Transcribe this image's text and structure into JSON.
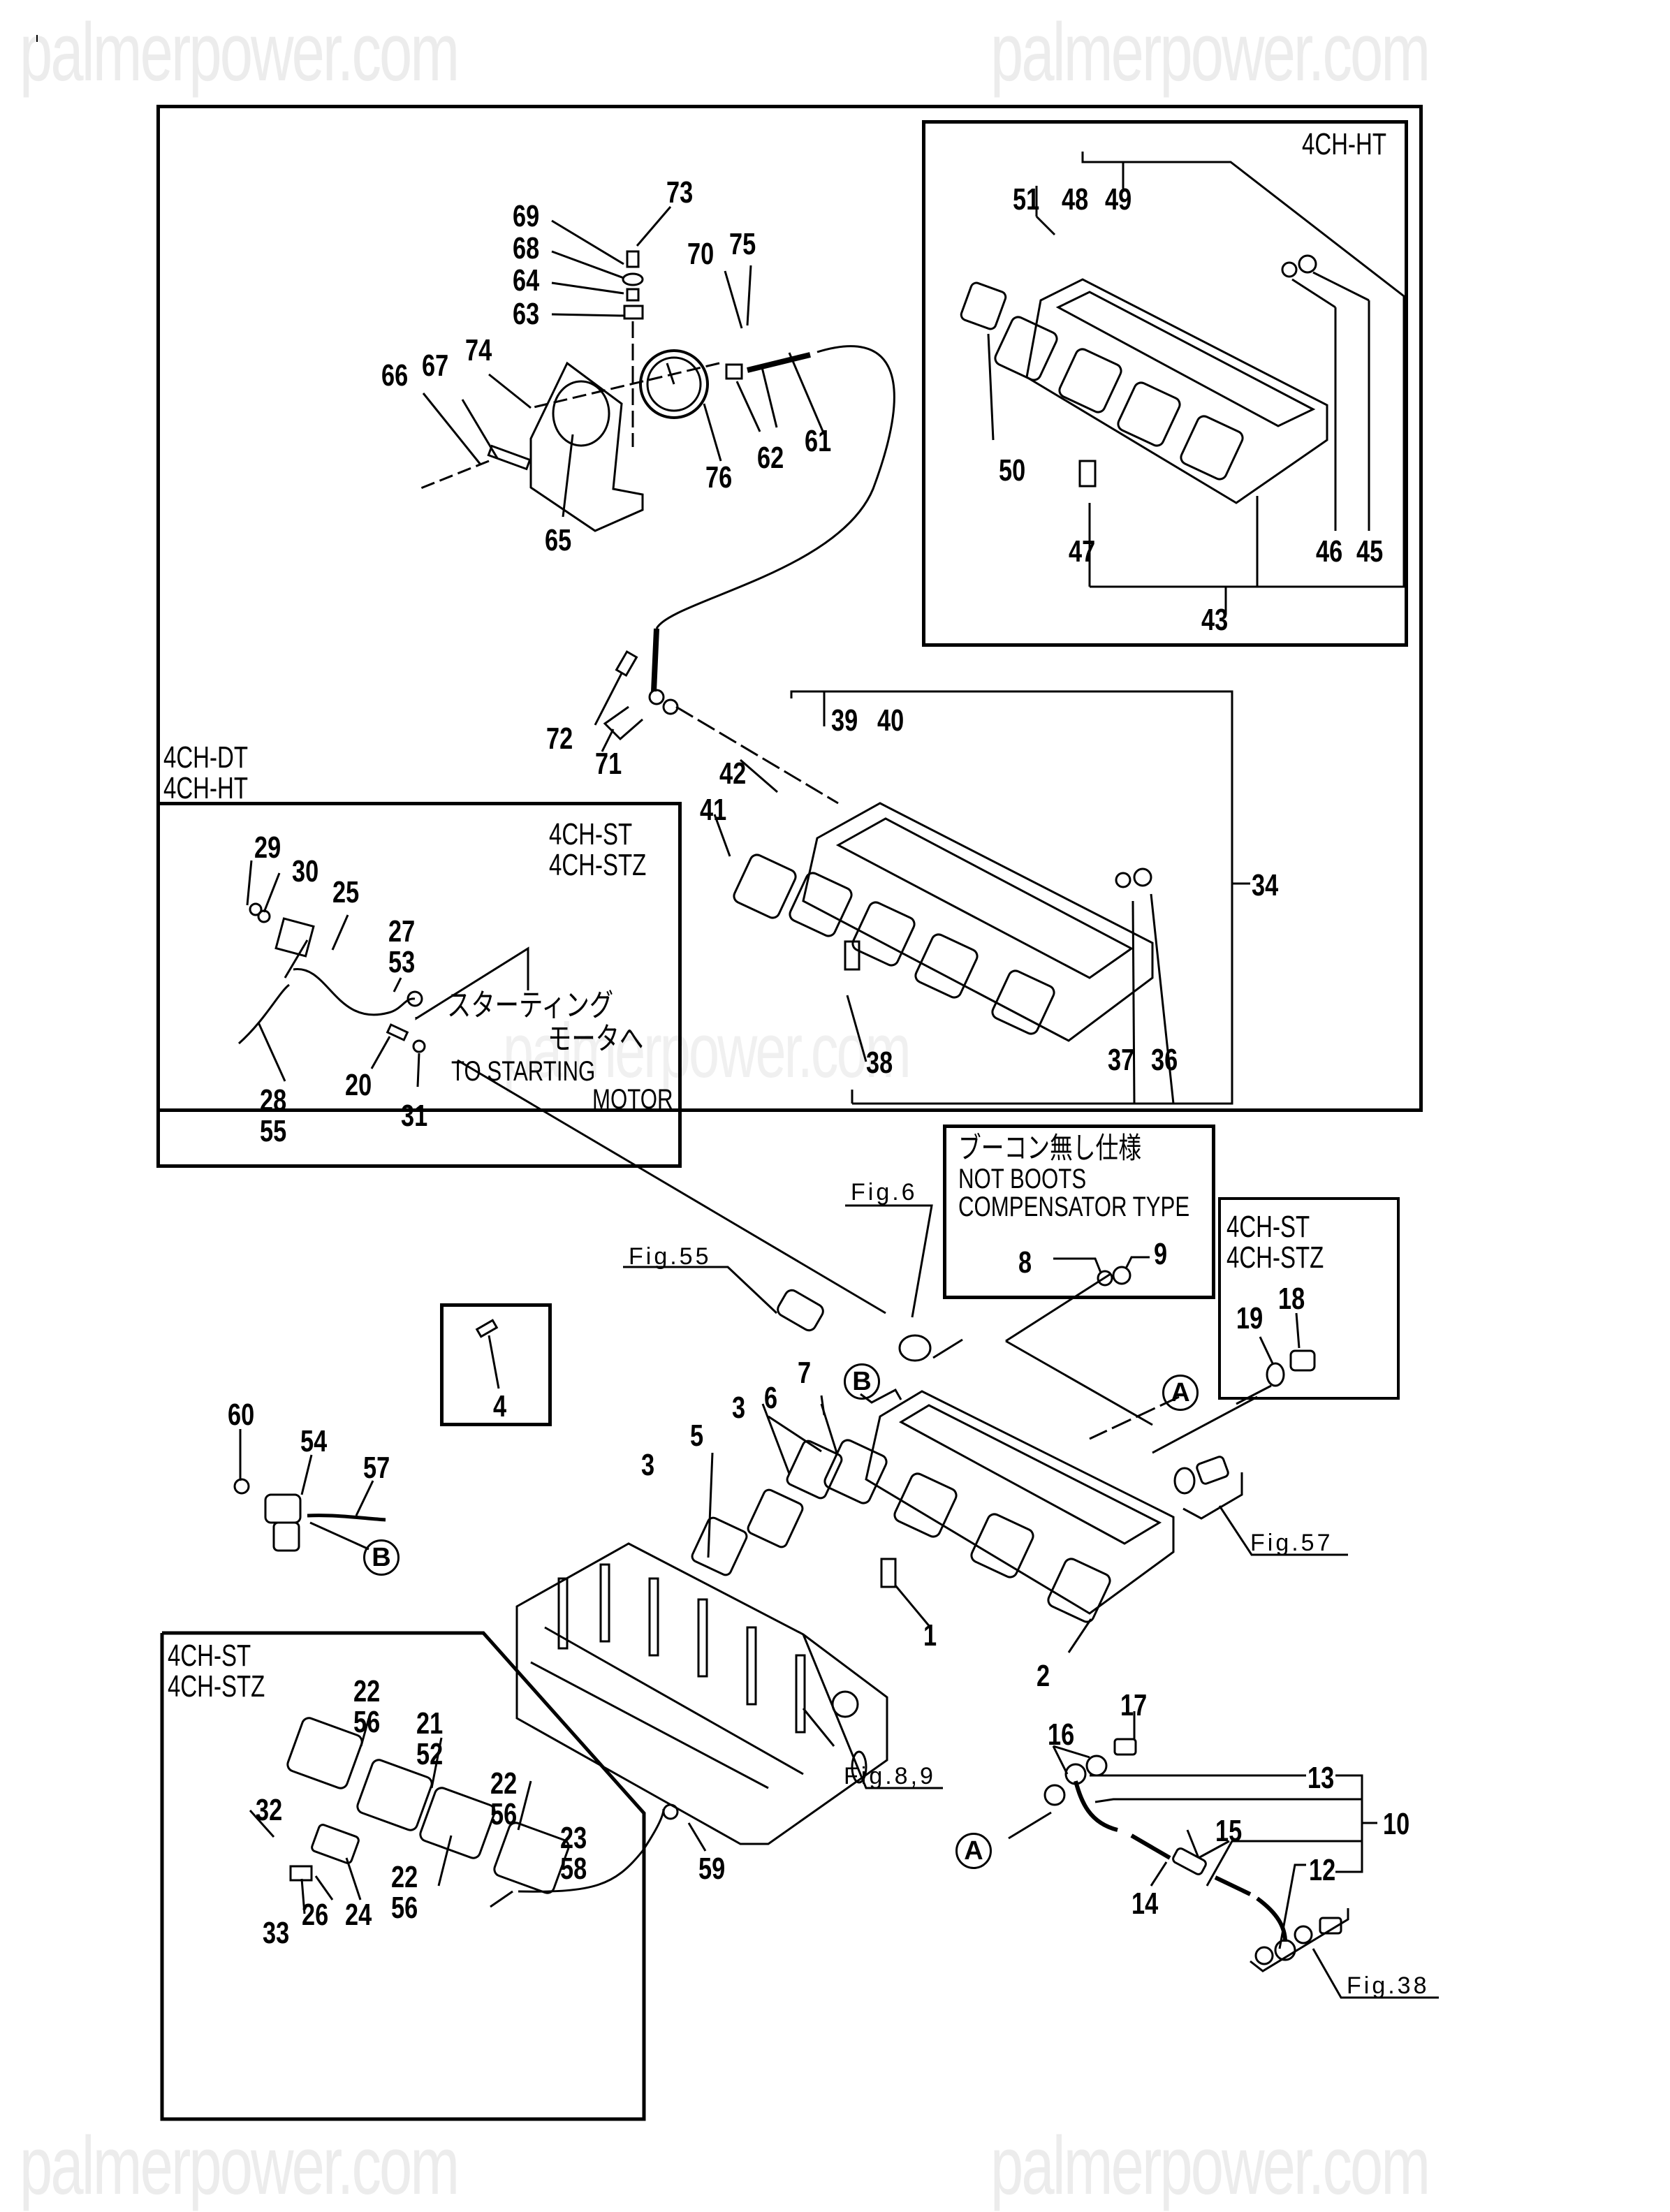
{
  "watermark": {
    "text": "palmerpower.com"
  },
  "models": {
    "main_frame": [
      "4CH-DT",
      "4CH-HT"
    ],
    "ht_inset": [
      "4CH-HT"
    ],
    "st_starter_inset": [
      "4CH-ST",
      "4CH-STZ"
    ],
    "st_plug_inset": [
      "4CH-ST",
      "4CH-STZ"
    ],
    "st_glow_inset": [
      "4CH-ST",
      "4CH-STZ"
    ]
  },
  "notes": {
    "starting_motor_jp_1": "スターティング",
    "starting_motor_jp_2": "モータへ",
    "starting_motor_en_1": "TO STARTING",
    "starting_motor_en_2": "MOTOR",
    "no_boost_jp": "ブーコン無し仕様",
    "no_boost_en_1": "NOT BOOTS",
    "no_boost_en_2": "COMPENSATOR TYPE"
  },
  "figure_refs": {
    "fig6": "Fig.6",
    "fig55": "Fig.55",
    "fig57": "Fig.57",
    "fig89": "Fig.8,9",
    "fig38": "Fig.38"
  },
  "connectors": {
    "a": "A",
    "b": "B"
  },
  "callouts": {
    "c1": "1",
    "c2": "2",
    "c3a": "3",
    "c3b": "3",
    "c4": "4",
    "c5": "5",
    "c6": "6",
    "c7": "7",
    "c8": "8",
    "c9": "9",
    "c10": "10",
    "c12": "12",
    "c13": "13",
    "c14": "14",
    "c15": "15",
    "c16": "16",
    "c17": "17",
    "c18": "18",
    "c19": "19",
    "c20": "20",
    "c21_52": "21\n52",
    "c22_56a": "22\n56",
    "c22_56b": "22\n56",
    "c22_56c": "22\n56",
    "c23_58": "23\n58",
    "c24": "24",
    "c25": "25",
    "c26": "26",
    "c27_53": "27\n53",
    "c28_55": "28\n55",
    "c29": "29",
    "c30": "30",
    "c31": "31",
    "c32": "32",
    "c33": "33",
    "c34": "34",
    "c36": "36",
    "c37": "37",
    "c38": "38",
    "c39": "39",
    "c40": "40",
    "c41": "41",
    "c42": "42",
    "c43": "43",
    "c45": "45",
    "c46": "46",
    "c47": "47",
    "c48": "48",
    "c49": "49",
    "c50": "50",
    "c51": "51",
    "c54": "54",
    "c57": "57",
    "c59": "59",
    "c60": "60",
    "c61": "61",
    "c62": "62",
    "c63": "63",
    "c64": "64",
    "c65": "65",
    "c66": "66",
    "c67": "67",
    "c68": "68",
    "c69": "69",
    "c70": "70",
    "c71": "71",
    "c72": "72",
    "c73": "73",
    "c74": "74",
    "c75": "75",
    "c76": "76"
  }
}
